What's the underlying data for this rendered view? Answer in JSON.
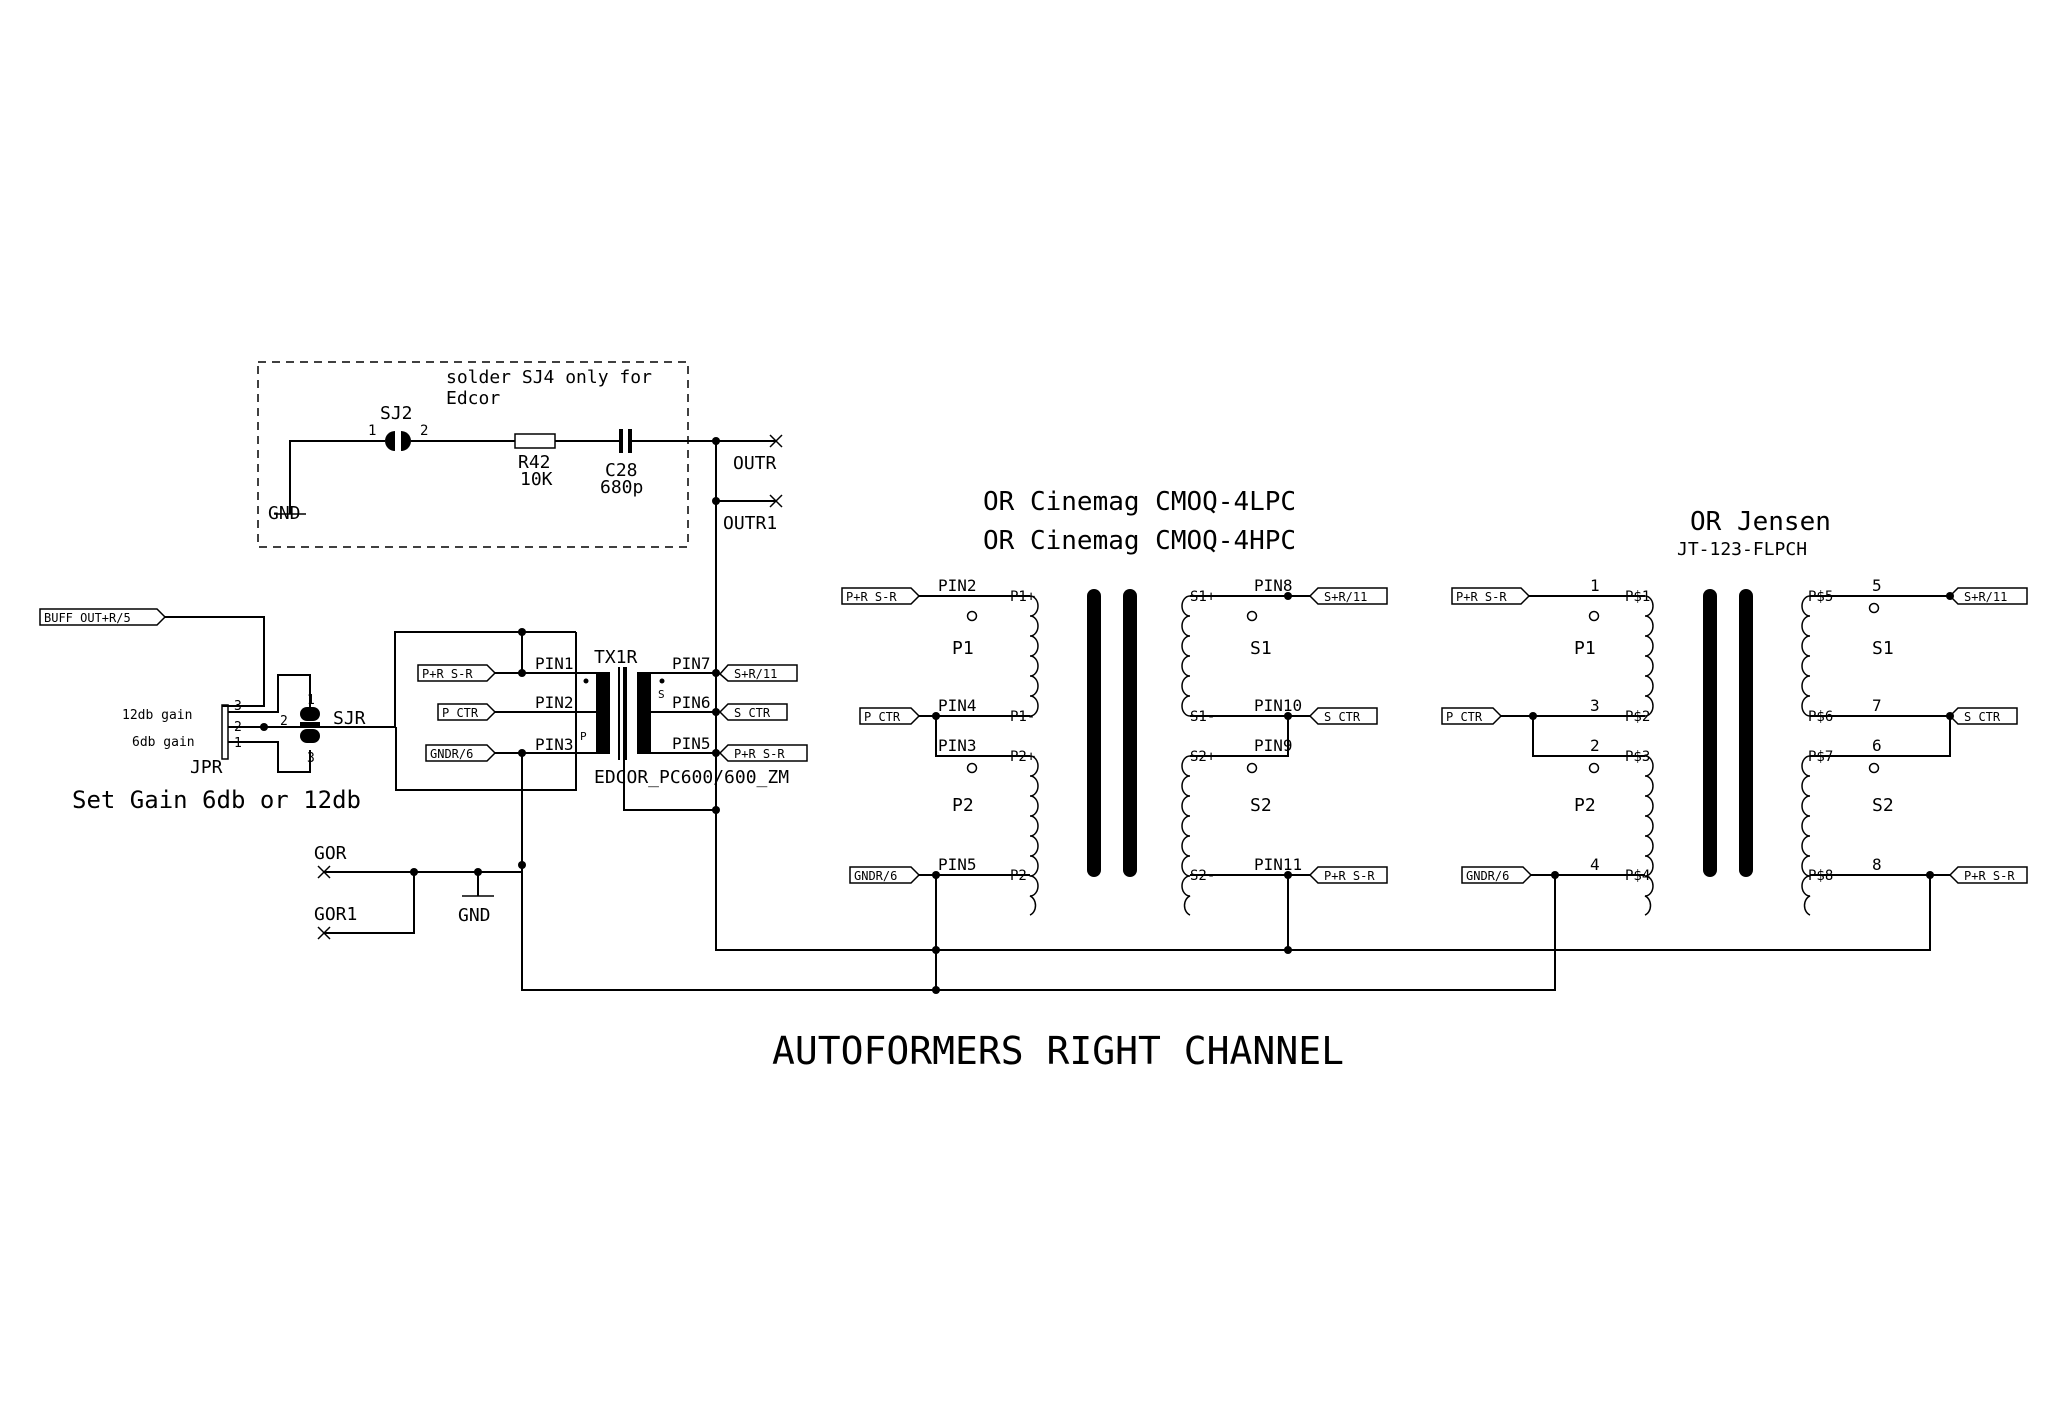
{
  "title": "AUTOFORMERS RIGHT CHANNEL",
  "note": {
    "line1": "solder SJ4 only for",
    "line2": "Edcor"
  },
  "parts": {
    "sj2": "SJ2",
    "sj2_pin1": "1",
    "sj2_pin2": "2",
    "r42_name": "R42",
    "r42_value": "10K",
    "c28_name": "C28",
    "c28_value": "680p",
    "gnd": "GND",
    "outr": "OUTR",
    "outr1": "OUTR1",
    "sjr": "SJR",
    "sjr_pin1": "1",
    "sjr_pin2": "2",
    "sjr_pin3": "3",
    "jpr": "JPR",
    "jpr_pin1": "1",
    "jpr_pin2": "2",
    "jpr_pin3": "3",
    "gain12": "12db gain",
    "gain6": "6db gain",
    "gain_caption": "Set Gain 6db or 12db",
    "gor": "GOR",
    "gor1": "GOR1",
    "tx1r": "TX1R",
    "tx1r_value": "EDCOR_PC600/600_ZM",
    "tx1r_s": "S",
    "tx1r_p": "P",
    "pin1": "PIN1",
    "pin2": "PIN2",
    "pin3": "PIN3",
    "pin5": "PIN5",
    "pin6": "PIN6",
    "pin7": "PIN7"
  },
  "ports": {
    "buff_out": "BUFF_OUT+R/5",
    "p_r_s_r": "P+R_S-R",
    "p_ctr": "P_CTR",
    "gndr_6": "GNDR/6",
    "s_r_11": "S+R/11",
    "s_ctr": "S_CTR"
  },
  "cinemag": {
    "title1": "OR Cinemag CMOQ-4LPC",
    "title2": "OR Cinemag CMOQ-4HPC",
    "pin2": "PIN2",
    "pin4": "PIN4",
    "pin3": "PIN3",
    "pin5": "PIN5",
    "pin8": "PIN8",
    "pin10": "PIN10",
    "pin9": "PIN9",
    "pin11": "PIN11",
    "p1p": "P1+",
    "p1m": "P1-",
    "p2p": "P2+",
    "p2m": "P2-",
    "s1p": "S1+",
    "s1m": "S1-",
    "s2p": "S2+",
    "s2m": "S2-",
    "p1": "P1",
    "p2": "P2",
    "s1": "S1",
    "s2": "S2"
  },
  "jensen": {
    "title1": "OR Jensen",
    "title2": "JT-123-FLPCH",
    "n1": "1",
    "n3": "3",
    "n2": "2",
    "n4": "4",
    "n5": "5",
    "n7": "7",
    "n6": "6",
    "n8": "8",
    "ps1": "P$1",
    "ps2": "P$2",
    "ps3": "P$3",
    "ps4": "P$4",
    "ps5": "P$5",
    "ps6": "P$6",
    "ps7": "P$7",
    "ps8": "P$8",
    "p1": "P1",
    "p2": "P2",
    "s1": "S1",
    "s2": "S2"
  }
}
